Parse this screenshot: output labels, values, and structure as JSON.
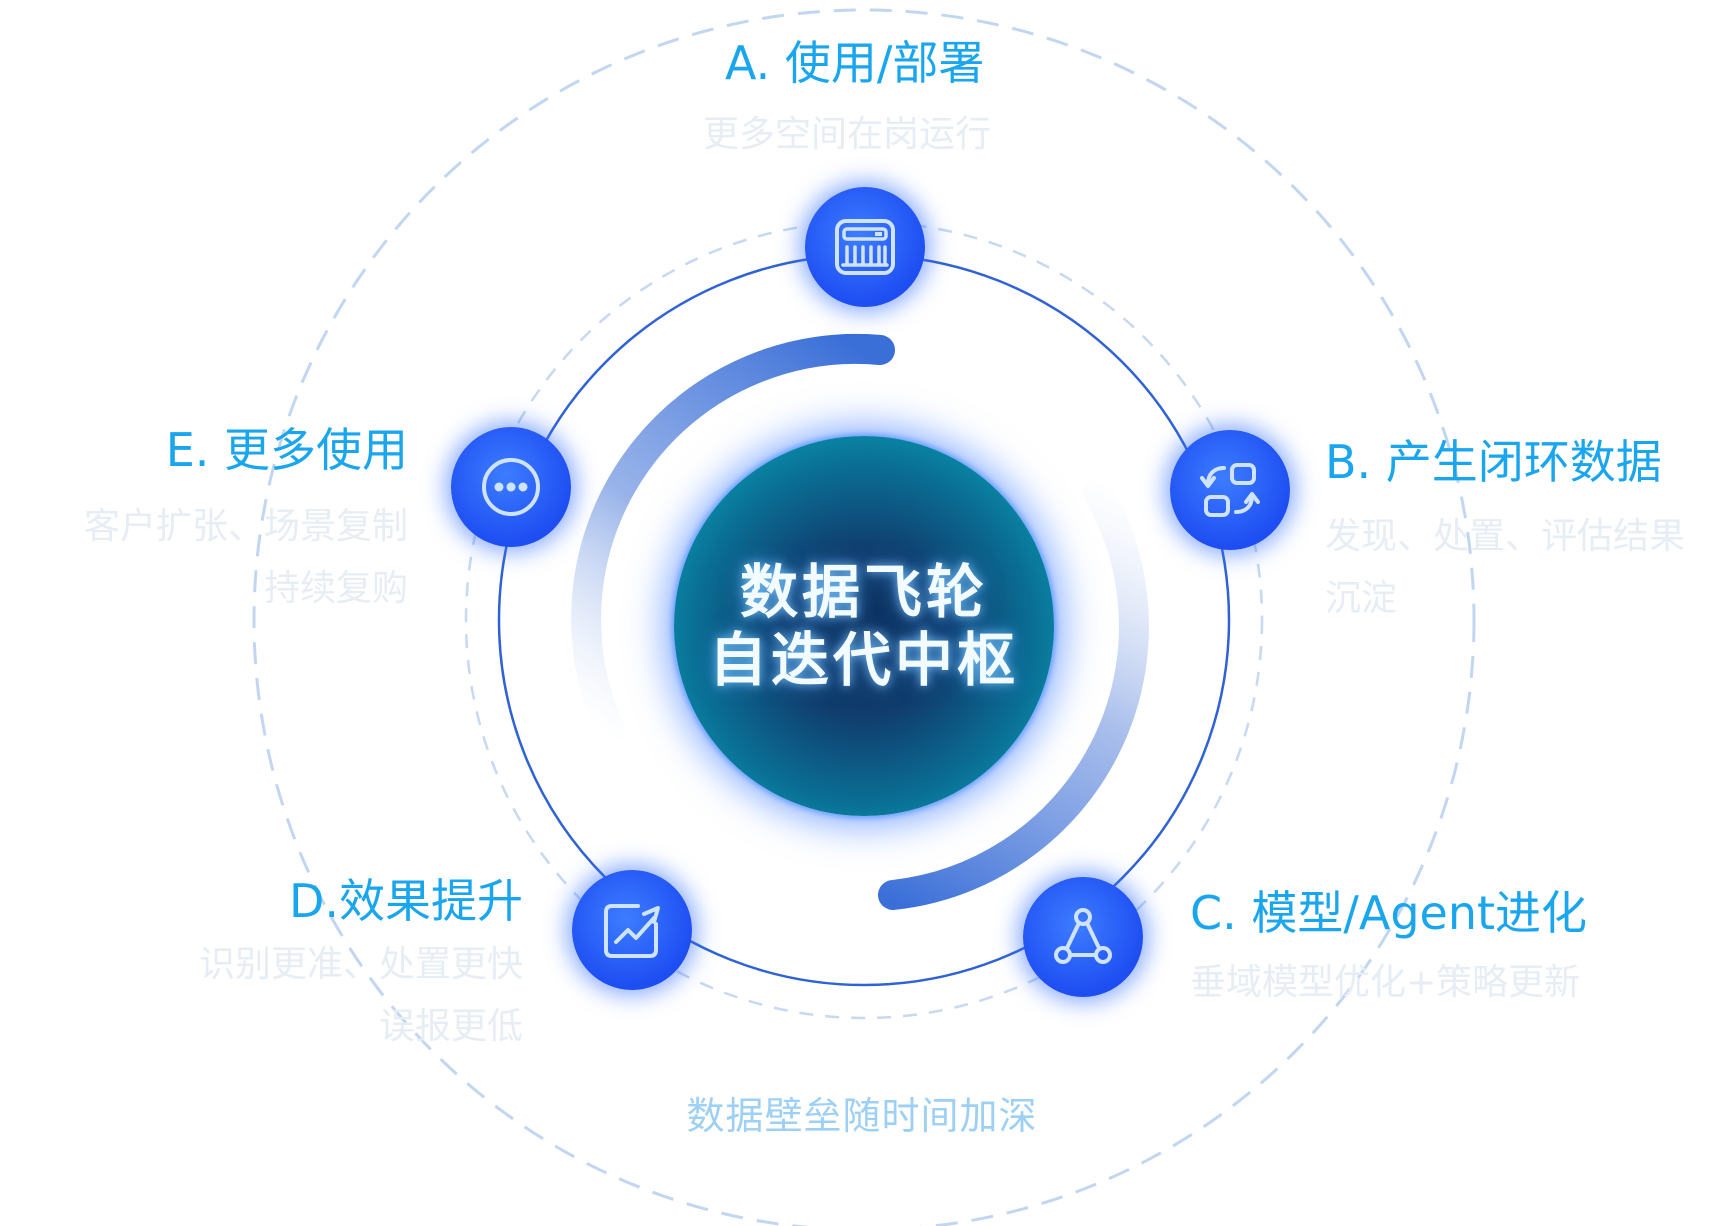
{
  "center": {
    "line1": "数据飞轮",
    "line2": "自迭代中枢"
  },
  "nodes": {
    "a": {
      "title": "A. 使用/部署",
      "desc": [
        "更多空间在岗运行"
      ],
      "icon": "server-icon"
    },
    "b": {
      "title": "B. 产生闭环数据",
      "desc": [
        "发现、处置、评估结果",
        "沉淀"
      ],
      "icon": "loop-blocks-icon"
    },
    "c": {
      "title": "C. 模型/Agent进化",
      "desc": [
        "垂域模型优化+策略更新"
      ],
      "icon": "webhook-icon"
    },
    "d": {
      "title": "D.效果提升",
      "desc": [
        "识别更准、处置更快",
        "误报更低"
      ],
      "icon": "trend-up-icon"
    },
    "e": {
      "title": "E. 更多使用",
      "desc": [
        "客户扩张、场景复制",
        "持续复购"
      ],
      "icon": "more-dots-icon"
    }
  },
  "footer": "数据壁垒随时间加深",
  "colors": {
    "title": "#1aa6ee",
    "node": "#1e4ef2",
    "ring": "#2f62d6",
    "dashed_ring": "#b8cff0",
    "footer": "#9ed0f5"
  }
}
